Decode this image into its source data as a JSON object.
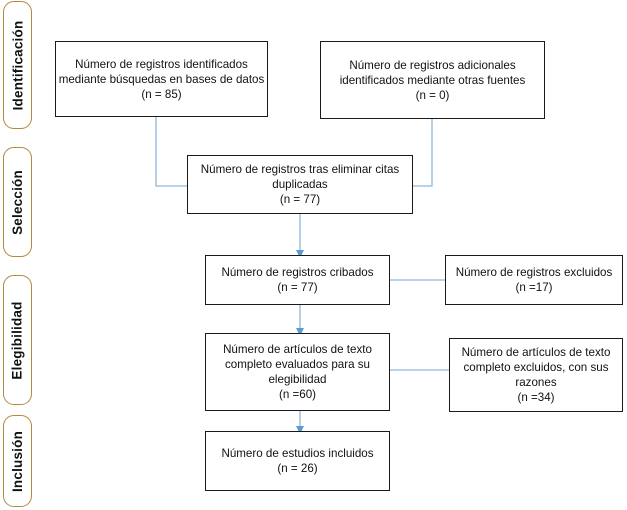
{
  "phases": {
    "identificacion": "Identificación",
    "seleccion": "Selección",
    "elegibilidad": "Elegibilidad",
    "inclusion": "Inclusión"
  },
  "boxes": {
    "identified_db": [
      "Número de registros identificados",
      "mediante búsquedas en bases de datos",
      "(n = 85)"
    ],
    "identified_other": [
      "Número de registros adicionales",
      "identificados mediante otras fuentes",
      "(n = 0)"
    ],
    "after_duplicates": [
      "Número de registros tras eliminar citas",
      "duplicadas",
      "(n = 77)"
    ],
    "screened": [
      "Número de registros cribados",
      "(n = 77)"
    ],
    "excluded": [
      "Número de registros excluidos",
      "(n =17)"
    ],
    "fulltext_assessed": [
      "Número de artículos de texto",
      "completo evaluados para su",
      "elegibilidad",
      "(n =60)"
    ],
    "fulltext_excluded": [
      "Número de artículos de texto",
      "completo excluidos, con sus",
      "razones",
      "(n =34)"
    ],
    "included": [
      "Número de estudios incluidos",
      "(n = 26)"
    ]
  },
  "colors": {
    "connector": "#8fb6dc",
    "box_border": "#1a1a1a",
    "phase_border": "#b08a3e"
  }
}
